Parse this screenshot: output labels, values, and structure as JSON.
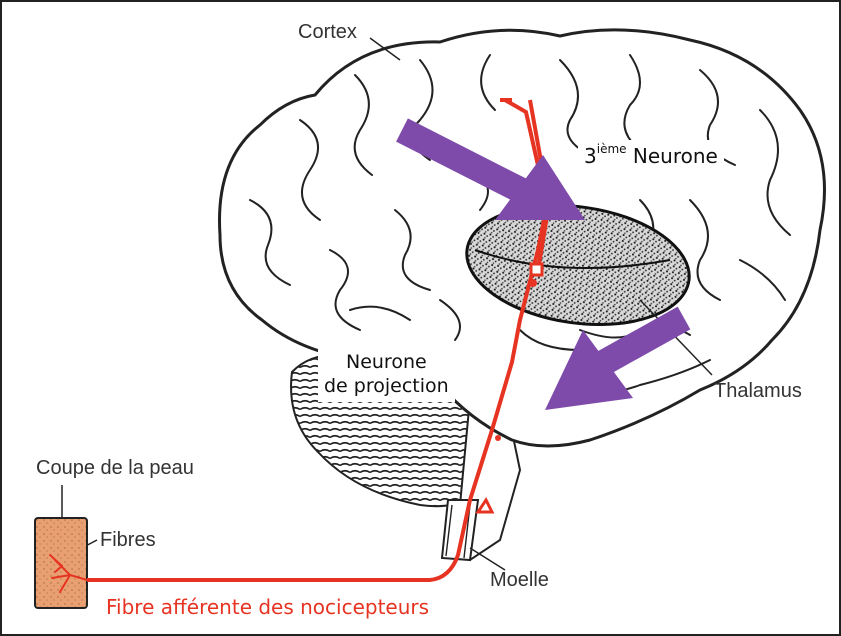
{
  "labels": {
    "cortex": "Cortex",
    "third_neuron_num": "3",
    "third_neuron_sup": "ième",
    "third_neuron_word": " Neurone",
    "projection_line1": "Neurone",
    "projection_line2": "de projection",
    "thalamus": "Thalamus",
    "skin_section": "Coupe de la peau",
    "fibres": "Fibres",
    "moelle": "Moelle",
    "afferent_fiber": "Fibre afférente des nocicepteurs"
  },
  "colors": {
    "pathway": "#e63322",
    "arrow": "#7e4bab",
    "skin": "#e8a072",
    "outline": "#222222"
  },
  "icons": {
    "brain": "brain-outline-icon",
    "thalamus": "stippled-ellipse-icon",
    "skin": "skin-block-icon"
  }
}
